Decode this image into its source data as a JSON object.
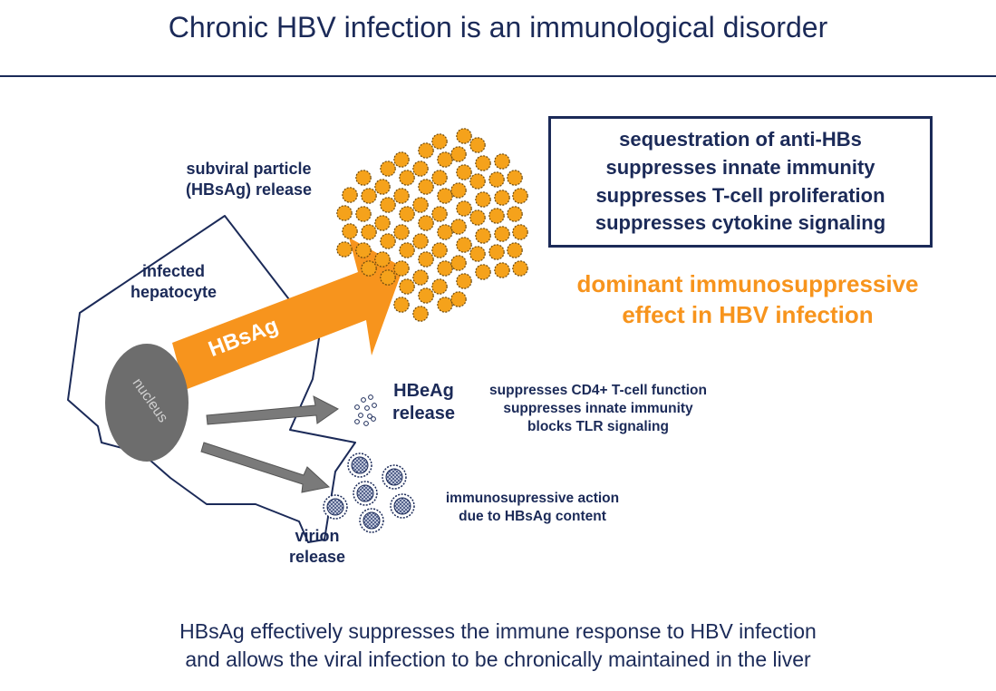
{
  "title": "Chronic HBV infection is an immunological disorder",
  "labels": {
    "subviral_release": [
      "subviral particle",
      "(HBsAg) release"
    ],
    "infected_hepatocyte": [
      "infected",
      "hepatocyte"
    ],
    "hbsag_arrow": "HBsAg",
    "nucleus": "nucleus",
    "hbeag_release": [
      "HBeAg",
      "release"
    ],
    "virion_release": [
      "virion",
      "release"
    ]
  },
  "effects_box": [
    "sequestration of anti-HBs",
    "suppresses innate immunity",
    "suppresses T-cell proliferation",
    "suppresses cytokine signaling"
  ],
  "dominant_effect": [
    "dominant immunosuppressive",
    "effect in HBV infection"
  ],
  "hbeag_effects": [
    "suppresses CD4+ T-cell function",
    "suppresses innate immunity",
    "blocks TLR signaling"
  ],
  "virion_effects": [
    "immunosupressive action",
    "due to HBsAg content"
  ],
  "conclusion": [
    "HBsAg effectively suppresses the immune response to HBV infection",
    "and allows the viral infection to be chronically maintained in the liver"
  ],
  "colors": {
    "navy": "#1b2a58",
    "orange": "#f7941d",
    "particle_orange": "#f5a21b",
    "nucleus_gray": "#6d6d6d",
    "arrow_gray": "#7a7a7a"
  }
}
